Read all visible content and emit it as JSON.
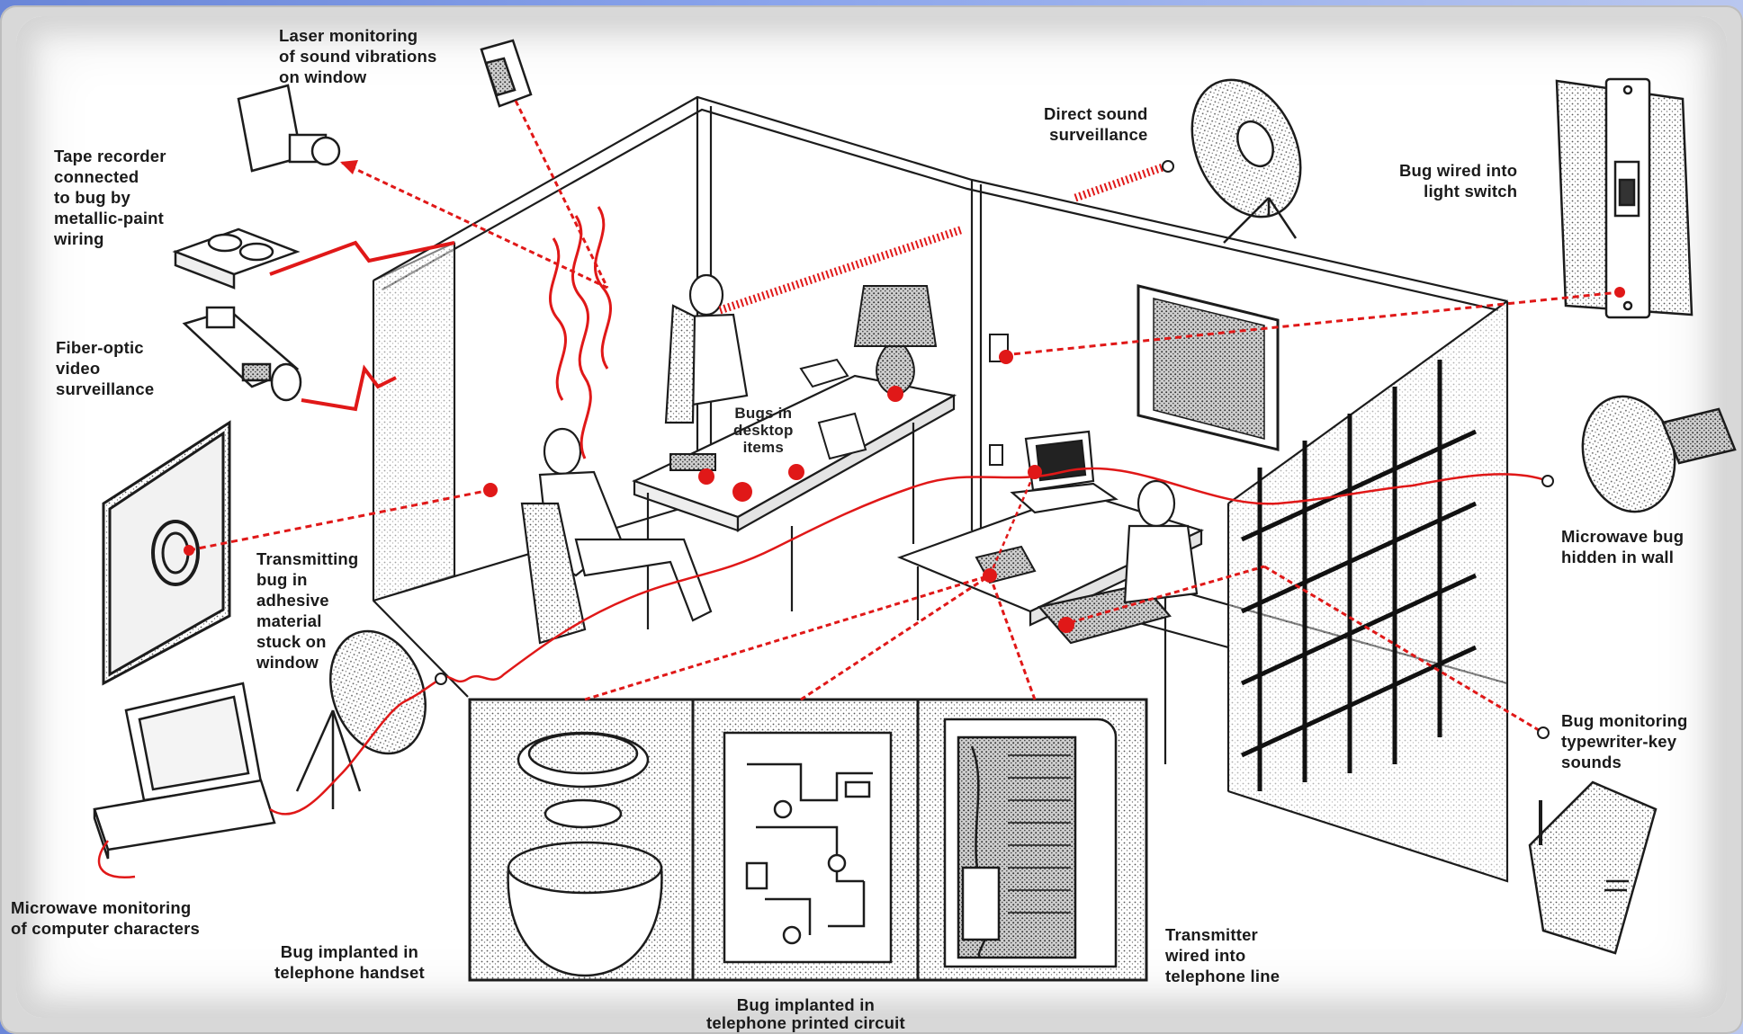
{
  "colors": {
    "accent_wire": "#e01818",
    "line_art": "#1c1c1c",
    "frame_grey": "#d8d8d8",
    "top_band": "#7b96e4"
  },
  "labels": {
    "laser": "Laser monitoring\nof sound vibrations\non window",
    "tape": "Tape recorder\nconnected\nto bug by\nmetallic-paint\nwiring",
    "fiber": "Fiber-optic\nvideo\nsurveillance",
    "transmitting": "Transmitting\nbug in\nadhesive\nmaterial\nstuck on\nwindow",
    "microwave_computer": "Microwave monitoring\nof computer characters",
    "handset": "Bug implanted in\ntelephone handset",
    "circuit": "Bug implanted in\ntelephone printed circuit",
    "transmitter": "Transmitter\nwired into\ntelephone line",
    "desktop": "Bugs in\ndesktop\nitems",
    "direct": "Direct sound\nsurveillance",
    "light": "Bug wired into\nlight switch",
    "microwave_wall": "Microwave bug\nhidden in wall",
    "typewriter": "Bug monitoring\ntypewriter-key\nsounds"
  },
  "icons": [
    "laser-projector-icon",
    "video-camera-icon",
    "tape-recorder-icon",
    "fiber-optic-camera-icon",
    "window-pane-icon",
    "dish-antenna-icon",
    "computer-monitor-icon",
    "telephone-handset-icon",
    "printed-circuit-icon",
    "telephone-junction-box-icon",
    "light-switch-icon",
    "microwave-dish-icon",
    "receiver-radio-icon"
  ]
}
